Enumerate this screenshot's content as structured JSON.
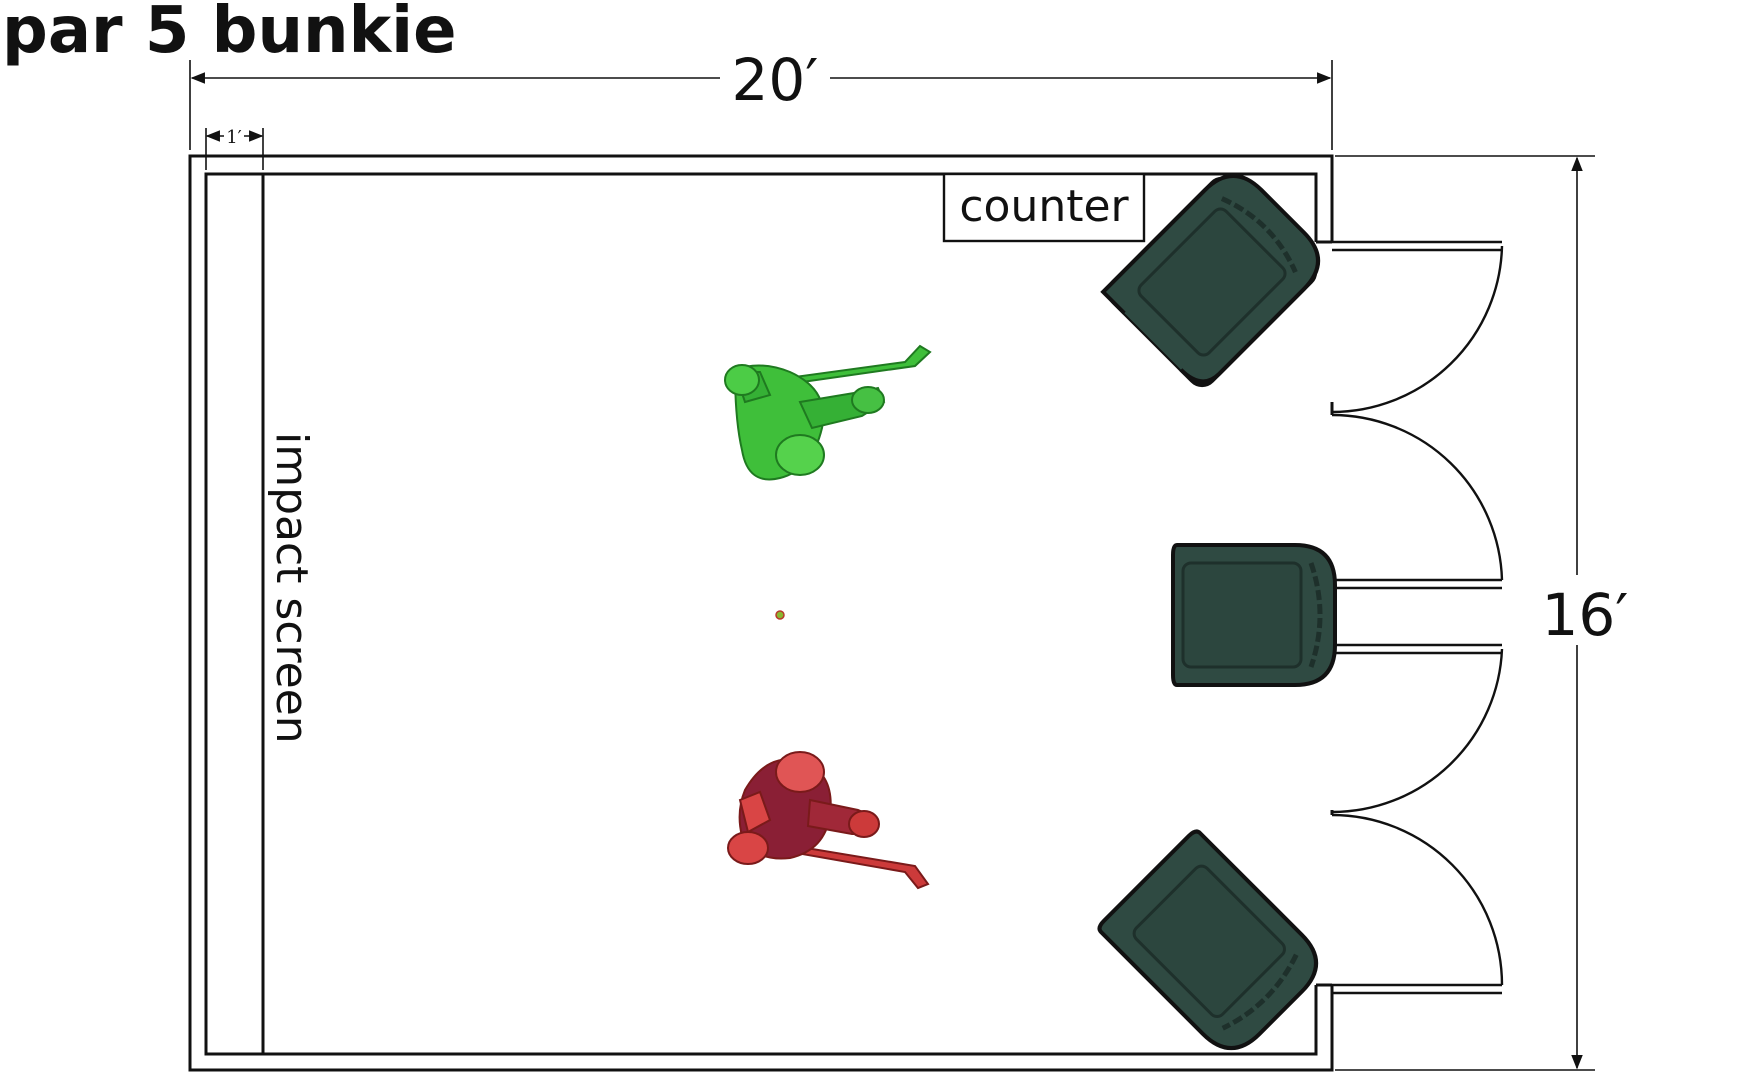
{
  "title": "par 5 bunkie",
  "dimensions": {
    "width_label": "20′",
    "height_label": "16′",
    "screen_depth_label": "1′"
  },
  "labels": {
    "counter": "counter",
    "impact_screen": "impact screen"
  },
  "colors": {
    "chair": "#2f4a42",
    "chair_dark": "#1e302b",
    "golfer_green": "#3fbf3a",
    "golfer_green_dark": "#27a32a",
    "golfer_red": "#cc3a3a",
    "golfer_red_dark": "#8a1f35",
    "line": "#111111"
  }
}
